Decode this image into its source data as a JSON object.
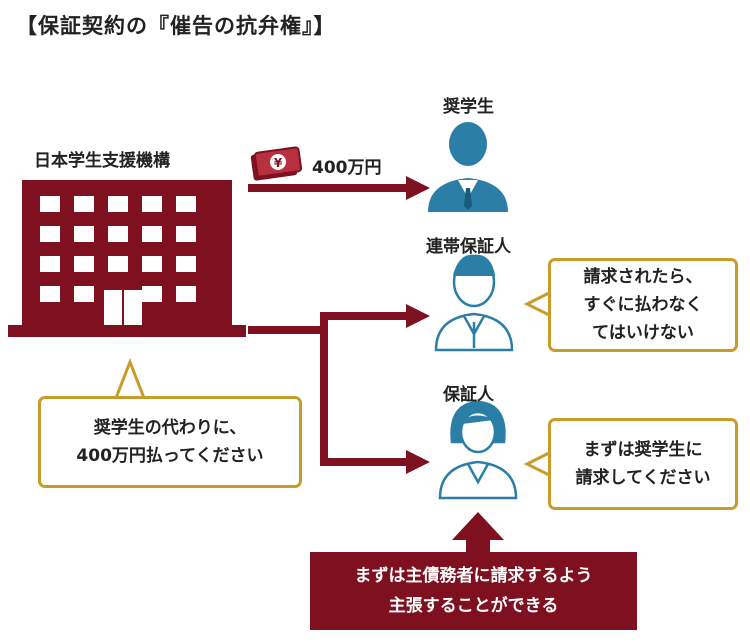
{
  "title": "【保証契約の『催告の抗弁権』】",
  "org": {
    "name": "日本学生支援機構"
  },
  "loan": {
    "amount": "400万円"
  },
  "people": {
    "student": "奨学生",
    "joint_guarantor": "連帯保証人",
    "guarantor": "保証人"
  },
  "bubbles": {
    "org": {
      "line1": "奨学生の代わりに、",
      "line2": "400万円払ってください"
    },
    "joint_guarantor": {
      "line1": "請求されたら、",
      "line2": "すぐに払わなく",
      "line3": "てはいけない"
    },
    "guarantor": {
      "line1": "まずは奨学生に",
      "line2": "請求してください"
    }
  },
  "note": {
    "line1": "まずは主債務者に請求するよう",
    "line2": "主張することができる"
  },
  "colors": {
    "maroon": "#7e1020",
    "blue": "#2b7fa6",
    "gold": "#c99b2b"
  }
}
